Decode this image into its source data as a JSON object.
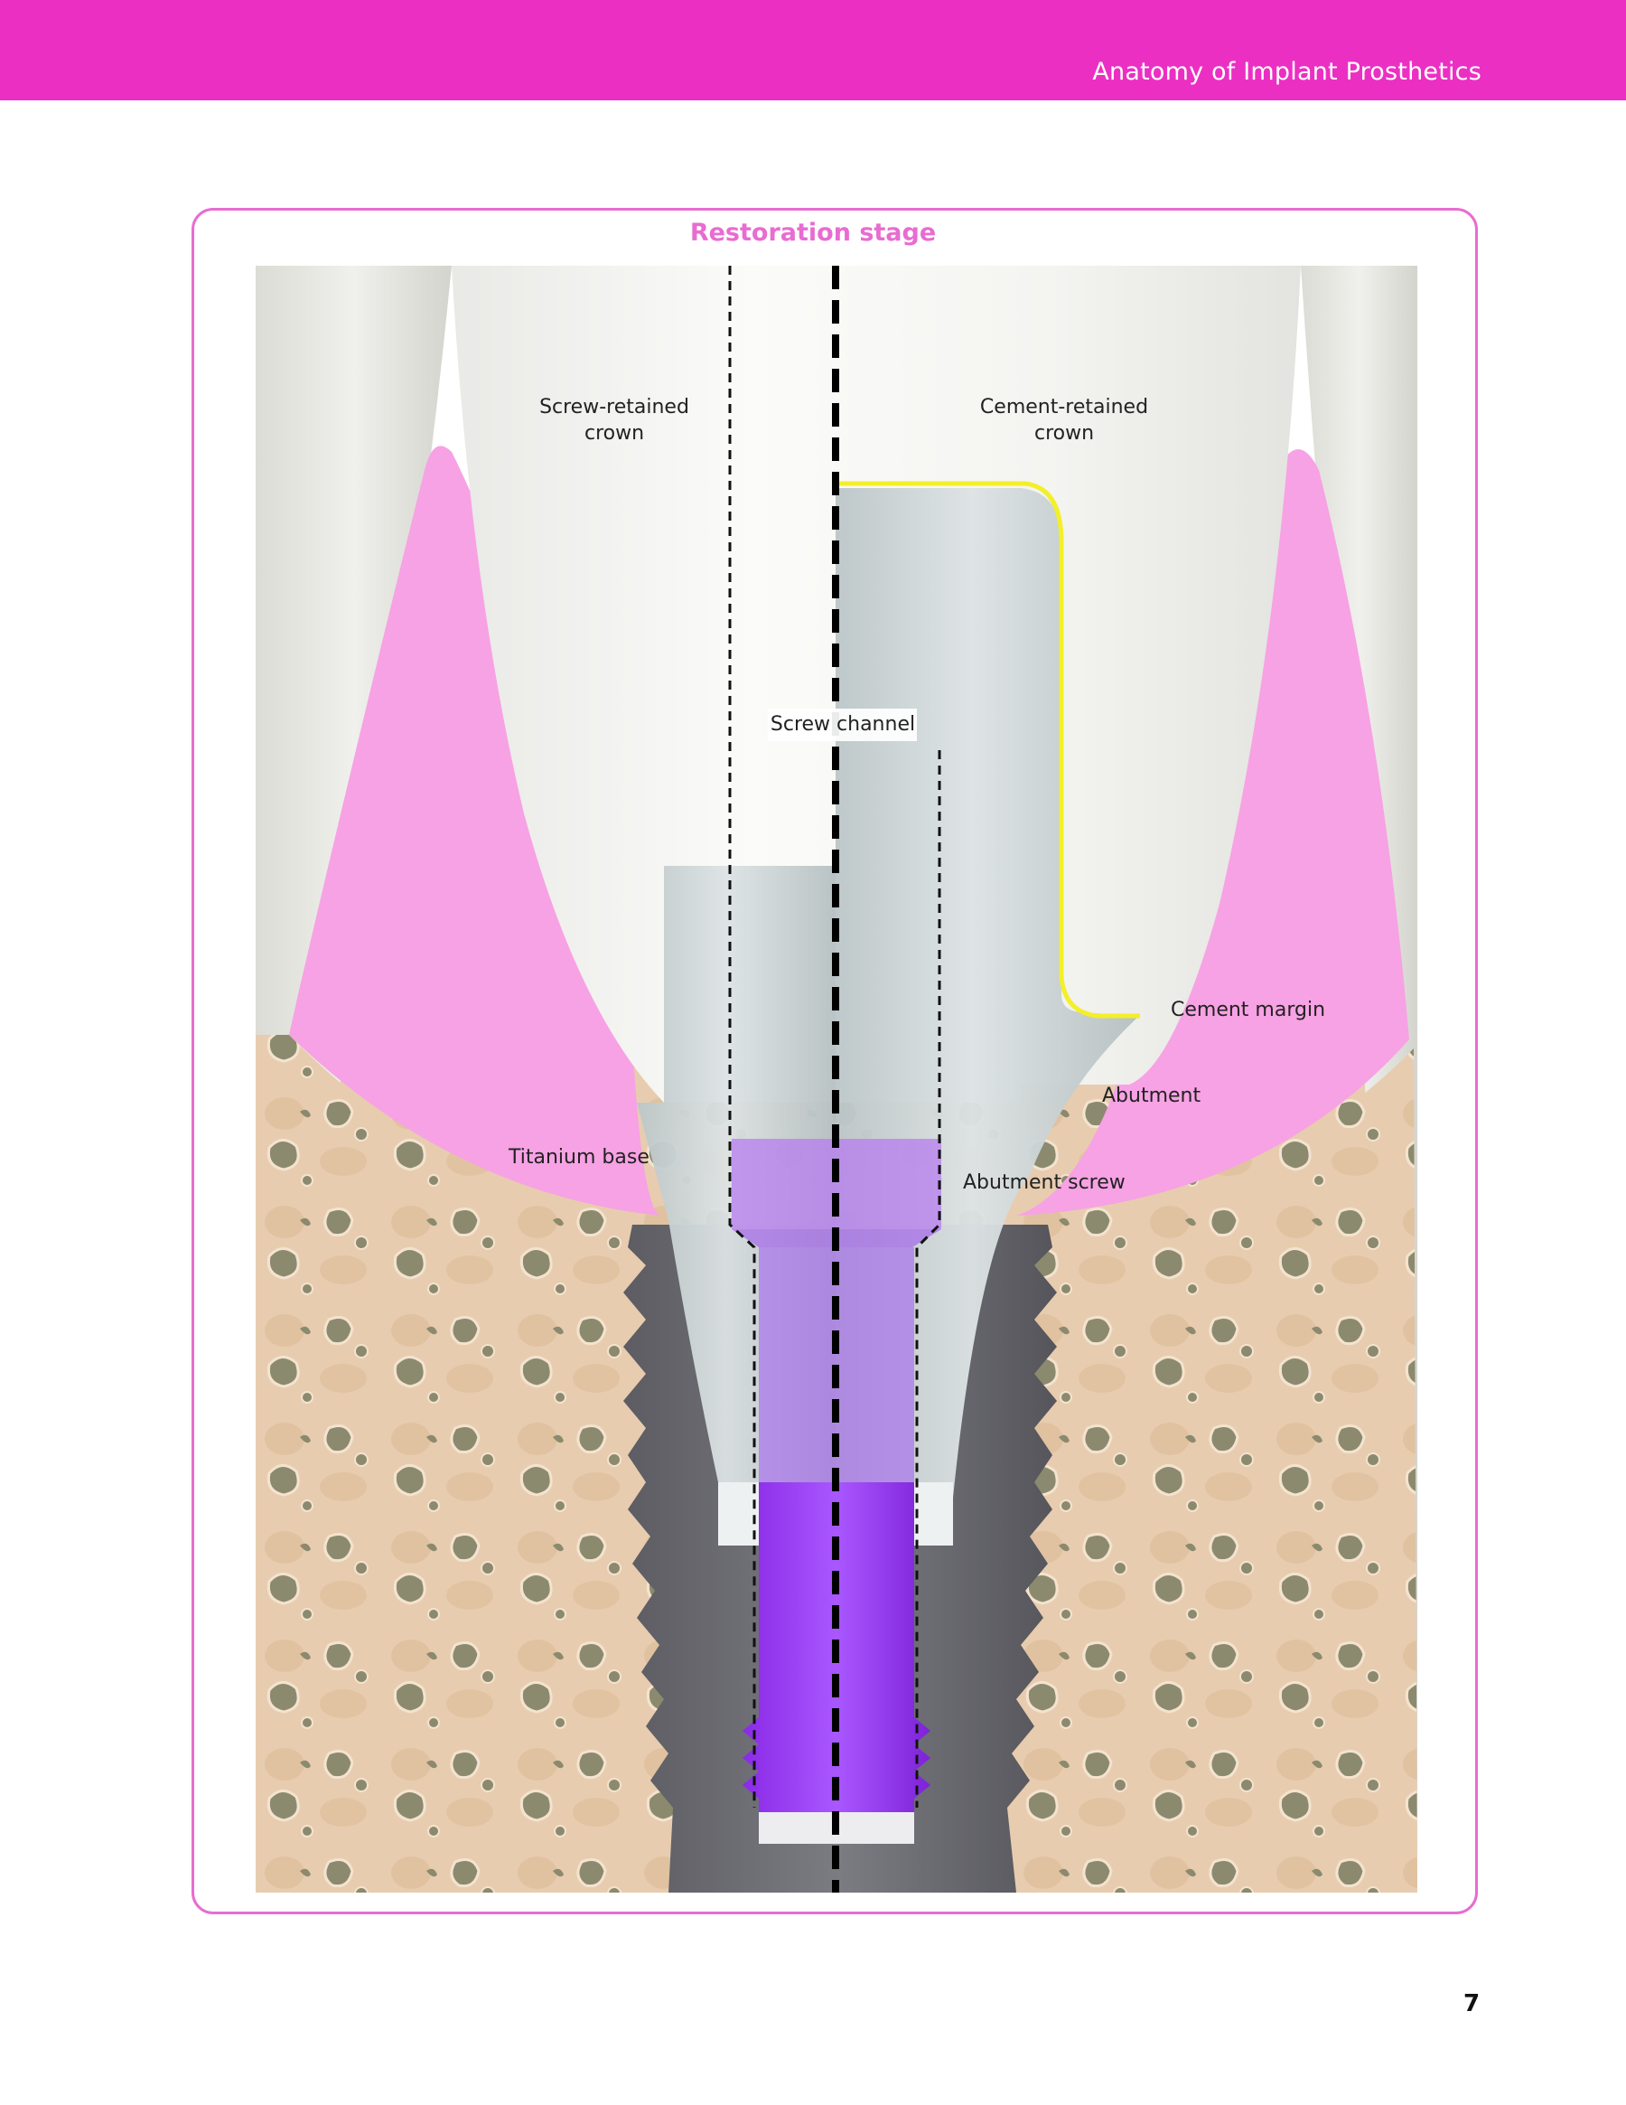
{
  "header": {
    "title": "Anatomy of Implant Prosthetics",
    "bar_color": "#ec2fc3"
  },
  "figure": {
    "title": "Restoration stage",
    "frame_color": "#e86cd1",
    "labels": {
      "screw_retained_crown": "Screw-retained\ncrown",
      "cement_retained_crown": "Cement-retained\ncrown",
      "screw_channel": "Screw channel",
      "cement_margin": "Cement margin",
      "abutment": "Abutment",
      "titanium_base": "Titanium base",
      "abutment_screw": "Abutment screw"
    },
    "colors": {
      "gum": "#f7a2e4",
      "bone": "#e8ccaf",
      "bone_pore": "#8c8a6e",
      "implant": "#6d6d73",
      "abutment": "#ced6d8",
      "screw": "#9b3cf6",
      "cement_margin_line": "#f3ef2a",
      "crown": "#f6f6f3"
    }
  },
  "page": {
    "number": "7"
  }
}
